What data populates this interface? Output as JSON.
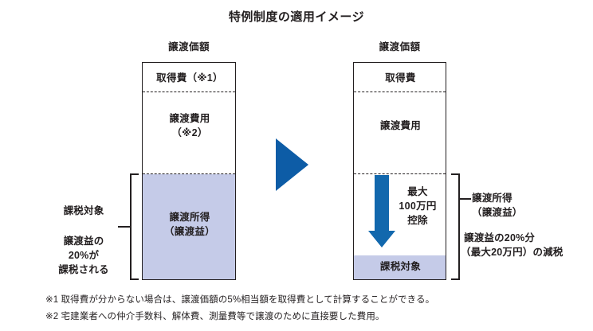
{
  "title": "特例制度の適用イメージ",
  "colors": {
    "accent_blue": "#0d5ca6",
    "arrow_blue": "#1268ad",
    "taxable_fill": "#c5cbe8",
    "ink": "#231f20"
  },
  "before": {
    "header": "譲渡価額",
    "segments": [
      {
        "label": "取得費（※1）"
      },
      {
        "label_line1": "譲渡費用",
        "label_line2": "（※2）"
      },
      {
        "label_line1": "譲渡所得",
        "label_line2": "（譲渡益）"
      }
    ],
    "callout": {
      "title": "課税対象",
      "line1": "譲渡益の",
      "line2": "20%が",
      "line3": "課税される"
    }
  },
  "after": {
    "header": "譲渡価額",
    "segments": [
      {
        "label": "取得費"
      },
      {
        "label": "譲渡費用"
      },
      {
        "label": "課税対象"
      }
    ],
    "deduction": {
      "line1": "最大",
      "line2": "100万円",
      "line3": "控除"
    },
    "callout": {
      "line1": "譲渡所得",
      "line2": "（譲渡益）",
      "line3": "譲渡益の20%分",
      "line4": "（最大20万円）の減税"
    }
  },
  "transition_icon": "right-triangle-arrow",
  "footnotes": [
    "※1 取得費が分からない場合は、譲渡価額の5%相当額を取得費として計算することができる。",
    "※2 宅建業者への仲介手数料、解体費、測量費等で譲渡のために直接要した費用。"
  ]
}
